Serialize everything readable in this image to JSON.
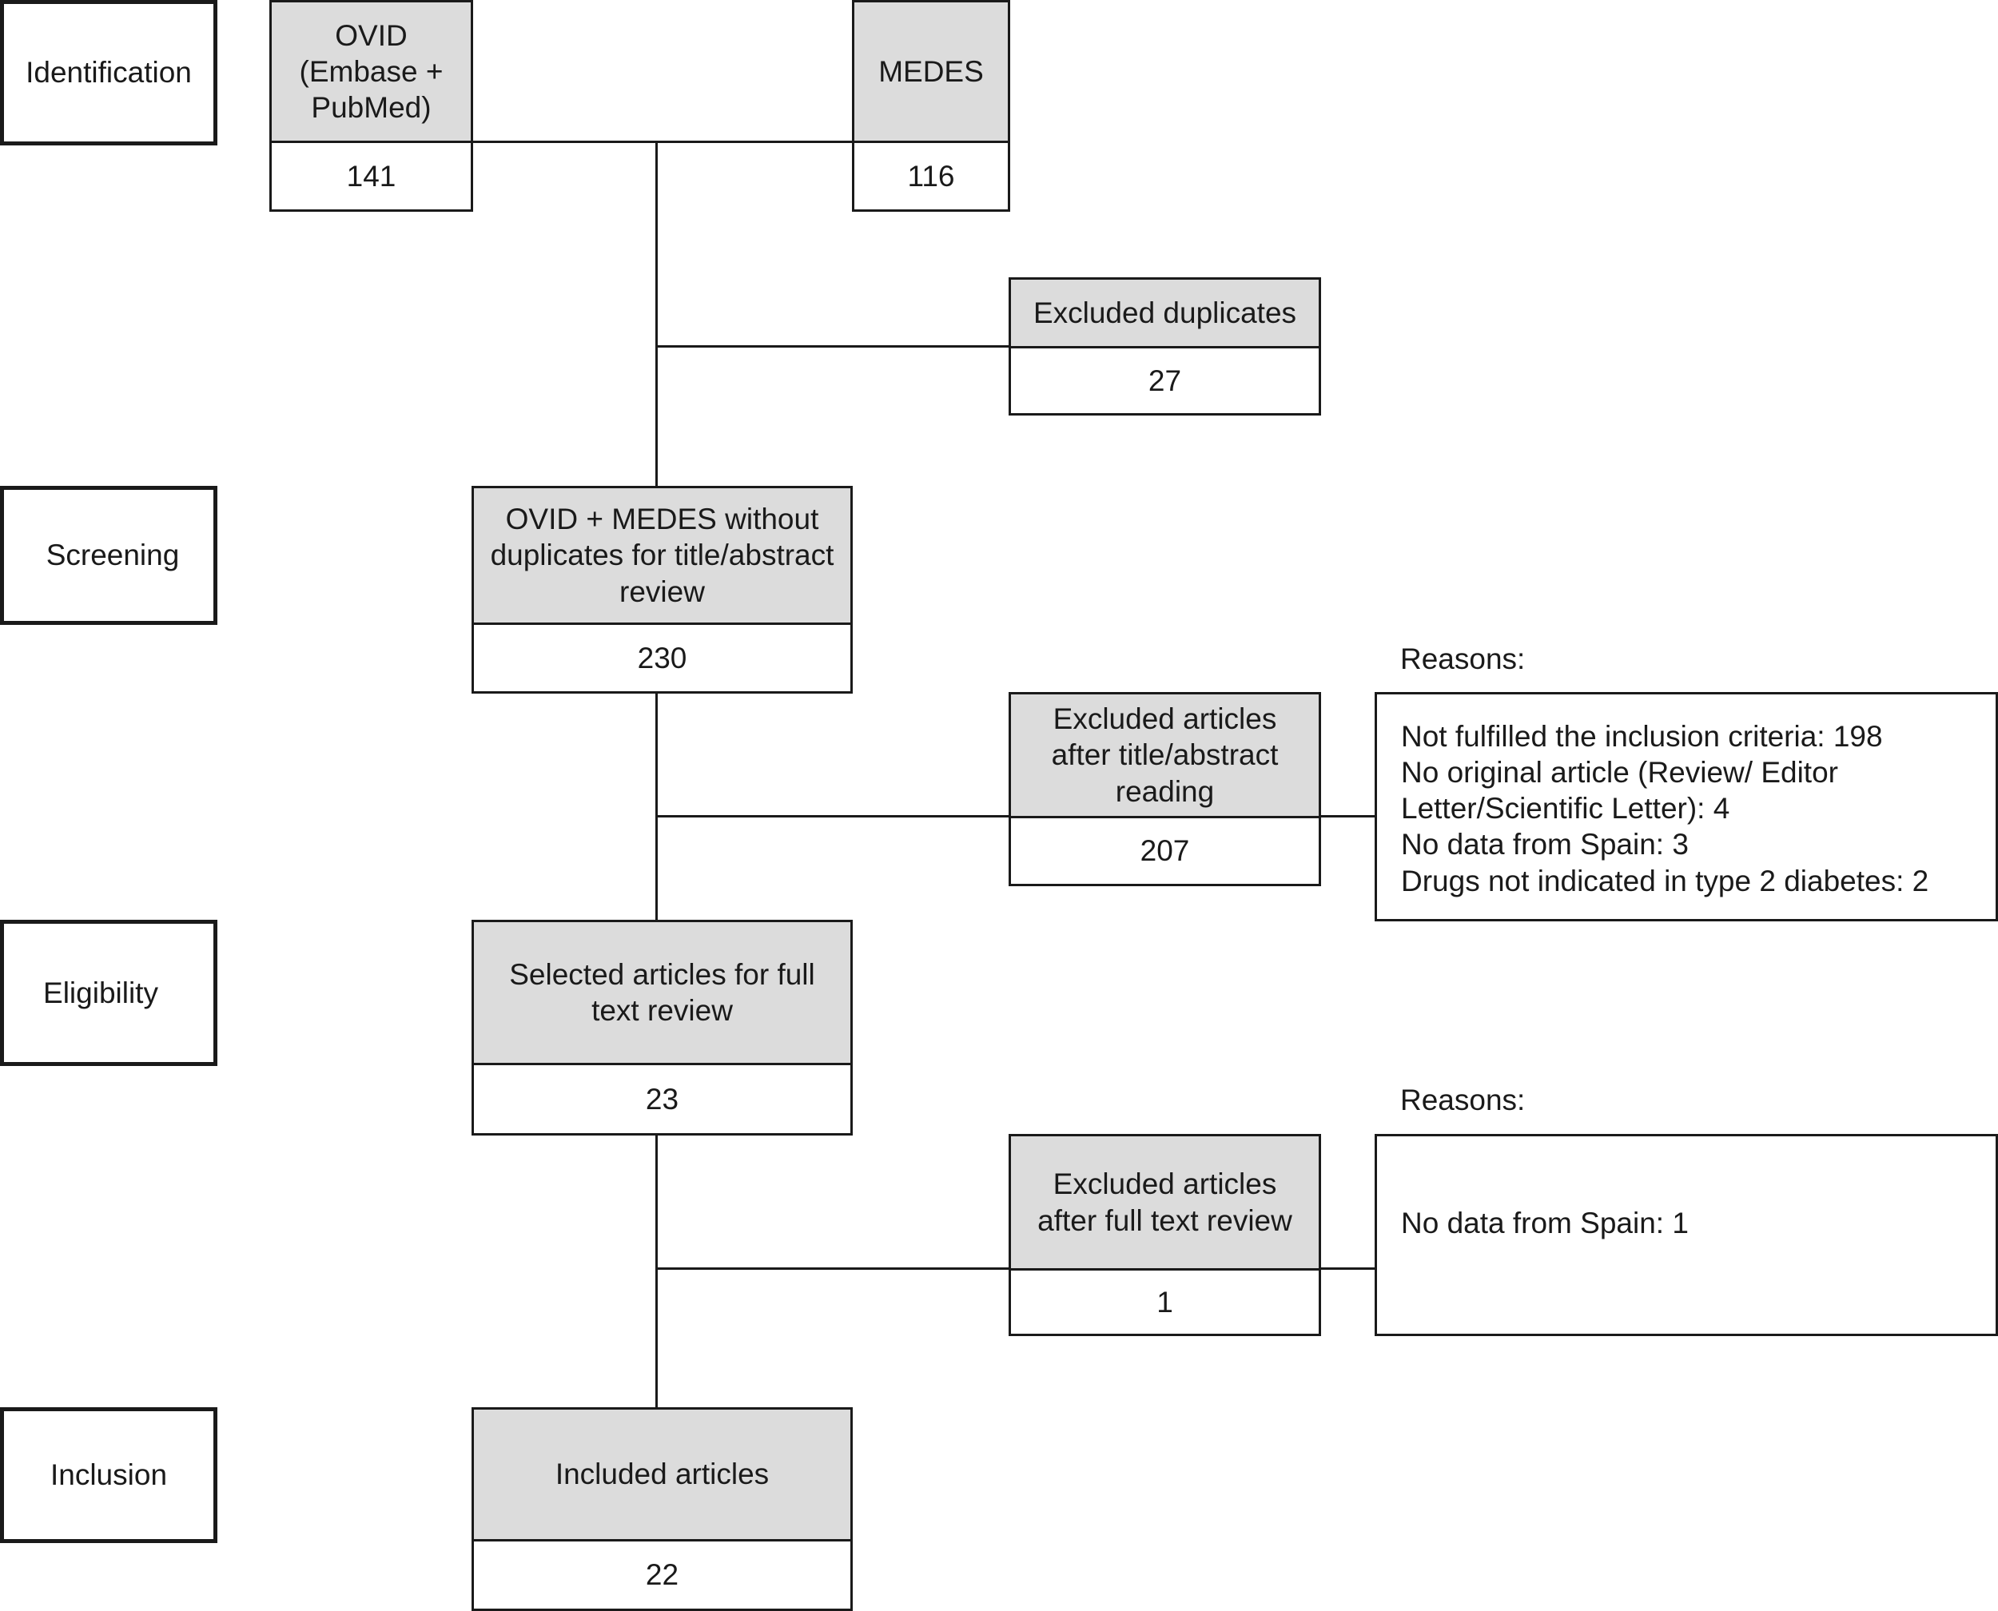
{
  "stages": {
    "identification": "Identification",
    "screening": "Screening",
    "eligibility": "Eligibility",
    "inclusion": "Inclusion"
  },
  "sources": {
    "ovid": {
      "label": "OVID (Embase + PubMed)",
      "count": "141"
    },
    "medes": {
      "label": "MEDES",
      "count": "116"
    }
  },
  "duplicates": {
    "label": "Excluded duplicates",
    "count": "27"
  },
  "screening": {
    "label": "OVID + MEDES without duplicates for title/abstract review",
    "count": "230"
  },
  "excluded_title": {
    "label": "Excluded articles after title/abstract reading",
    "count": "207"
  },
  "reasons_title": {
    "heading": "Reasons:",
    "items": [
      "Not fulfilled the inclusion criteria: 198",
      "No original article (Review/ Editor",
      "Letter/Scientific Letter): 4",
      "No data from Spain: 3",
      "Drugs not indicated in type 2 diabetes: 2"
    ]
  },
  "selected": {
    "label": "Selected articles for full text review",
    "count": "23"
  },
  "excluded_full": {
    "label": "Excluded articles after full text review",
    "count": "1"
  },
  "reasons_full": {
    "heading": "Reasons:",
    "items": [
      "No data from Spain: 1"
    ]
  },
  "included": {
    "label": "Included articles",
    "count": "22"
  },
  "colors": {
    "box_fill": "#dcdcdc",
    "line": "#1a1a1a",
    "background": "#ffffff"
  }
}
